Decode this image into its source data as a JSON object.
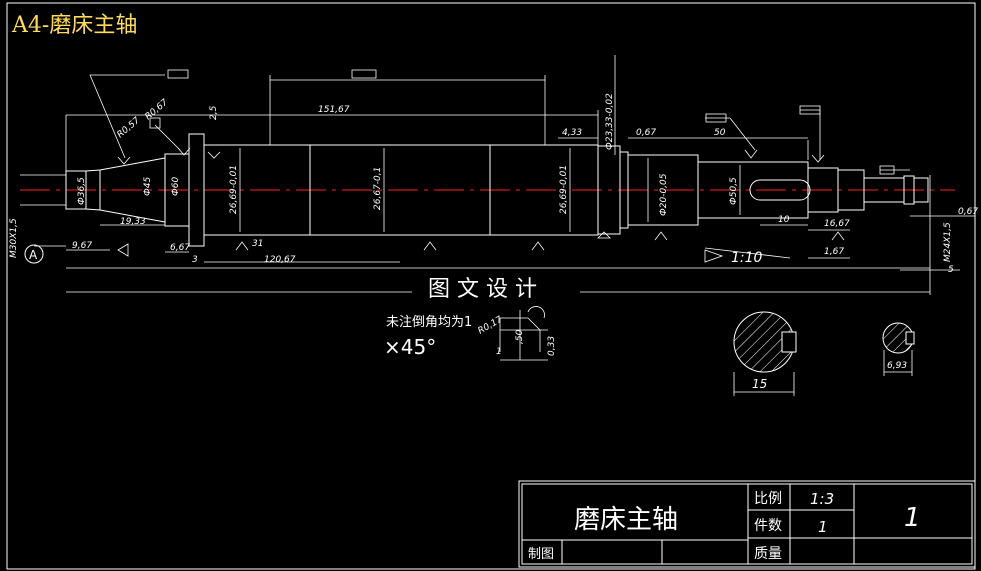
{
  "title": "A4-磨床主轴",
  "watermark": "图 文 设 计",
  "note": {
    "line1": "未注倒角均为1",
    "line2": "×45°"
  },
  "datum": "A",
  "dims": {
    "total_upper": "151,67",
    "d_4_33": "4,33",
    "d_0_67_right": "0,67",
    "d_50": "50",
    "d_2_5": "2,5",
    "r_0_67": "R0,67",
    "r_0_57": "R0,57",
    "d_9_67": "9,67",
    "d_19_33": "19,33",
    "d_6_67": "6,67",
    "d_3": "3",
    "d_31": "31",
    "d_120_67": "120,67",
    "d_10": "10",
    "d_16_67": "16,67",
    "d_1_67": "1,67",
    "d_5": "5",
    "d_0_67": "0,67",
    "d_6_93": "6,93",
    "d_15": "15",
    "slope": "1:10",
    "m30": "M30X1,5",
    "m24": "M24X1,5",
    "phi_36_5": "Ф36,5",
    "phi_45": "Ф45",
    "phi_60": "Ф60",
    "phi_26_left": "26,69-0,01",
    "phi_26_mid": "26,67-0,1",
    "phi_26_right": "26,69-0,01",
    "phi_23_33": "Ф23,33-0,02",
    "phi_20": "Ф20-0,05",
    "phi_50_5": "Ф50,5",
    "r_0_17": "R0,17",
    "d_0_33": "0,33",
    "d_1": "1",
    "d_50_note": ",50"
  },
  "title_block": {
    "name": "磨床主轴",
    "scale_label": "比例",
    "scale_value": "1:3",
    "count_label": "件数",
    "count_value": "1",
    "drawn_label": "制图",
    "mass_label": "质量",
    "sheet_value": "1"
  },
  "colors": {
    "background": "#000000",
    "lines": "#ffffff",
    "title": "#ffdd55",
    "center": "#ff2020"
  }
}
